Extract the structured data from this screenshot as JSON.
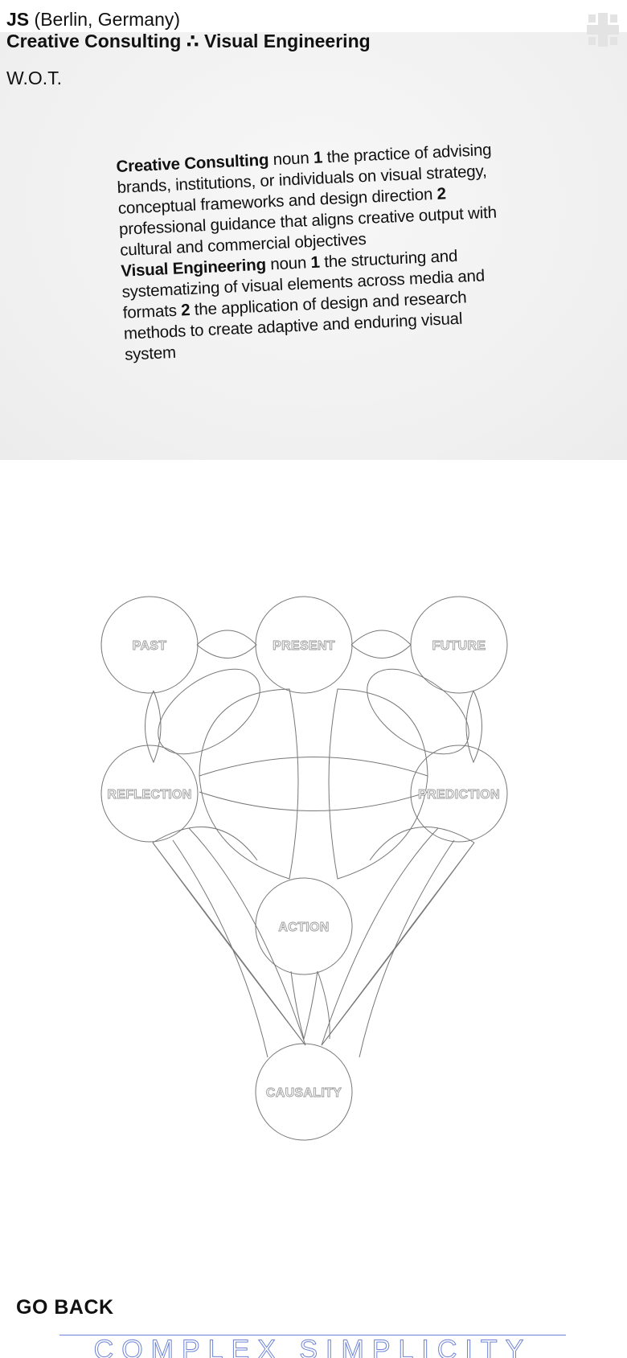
{
  "header": {
    "initials": "JS",
    "location": "(Berlin, Germany)",
    "tagline": "Creative Consulting ∴ Visual Engineering",
    "subtitle": "W.O.T."
  },
  "definitions": {
    "cc_term": "Creative Consulting",
    "cc_pos": "noun",
    "cc_n1": "1",
    "cc_def1": "the practice of advising brands, institutions, or individuals on visual strategy, conceptual frameworks and design direction",
    "cc_n2": "2",
    "cc_def2": "professional guidance that aligns creative output with cultural and commercial objectives",
    "ve_term": "Visual Engineering",
    "ve_pos": "noun",
    "ve_n1": "1",
    "ve_def1": "the structuring and systematizing of visual elements across media and formats",
    "ve_n2": "2",
    "ve_def2": "the application of design and research methods to create adaptive and enduring visual system"
  },
  "diagram": {
    "nodes": {
      "past": "PAST",
      "present": "PRESENT",
      "future": "FUTURE",
      "reflection": "REFLECTION",
      "prediction": "PREDICTION",
      "action": "ACTION",
      "causality": "CAUSALITY"
    }
  },
  "nav": {
    "go_back": "GO BACK"
  },
  "banner": {
    "text": "COMPLEX SIMPLICITY"
  },
  "colors": {
    "banner_outline": "#6f84d6",
    "icon": "#e3e3e3",
    "diagram_stroke": "#777777"
  }
}
